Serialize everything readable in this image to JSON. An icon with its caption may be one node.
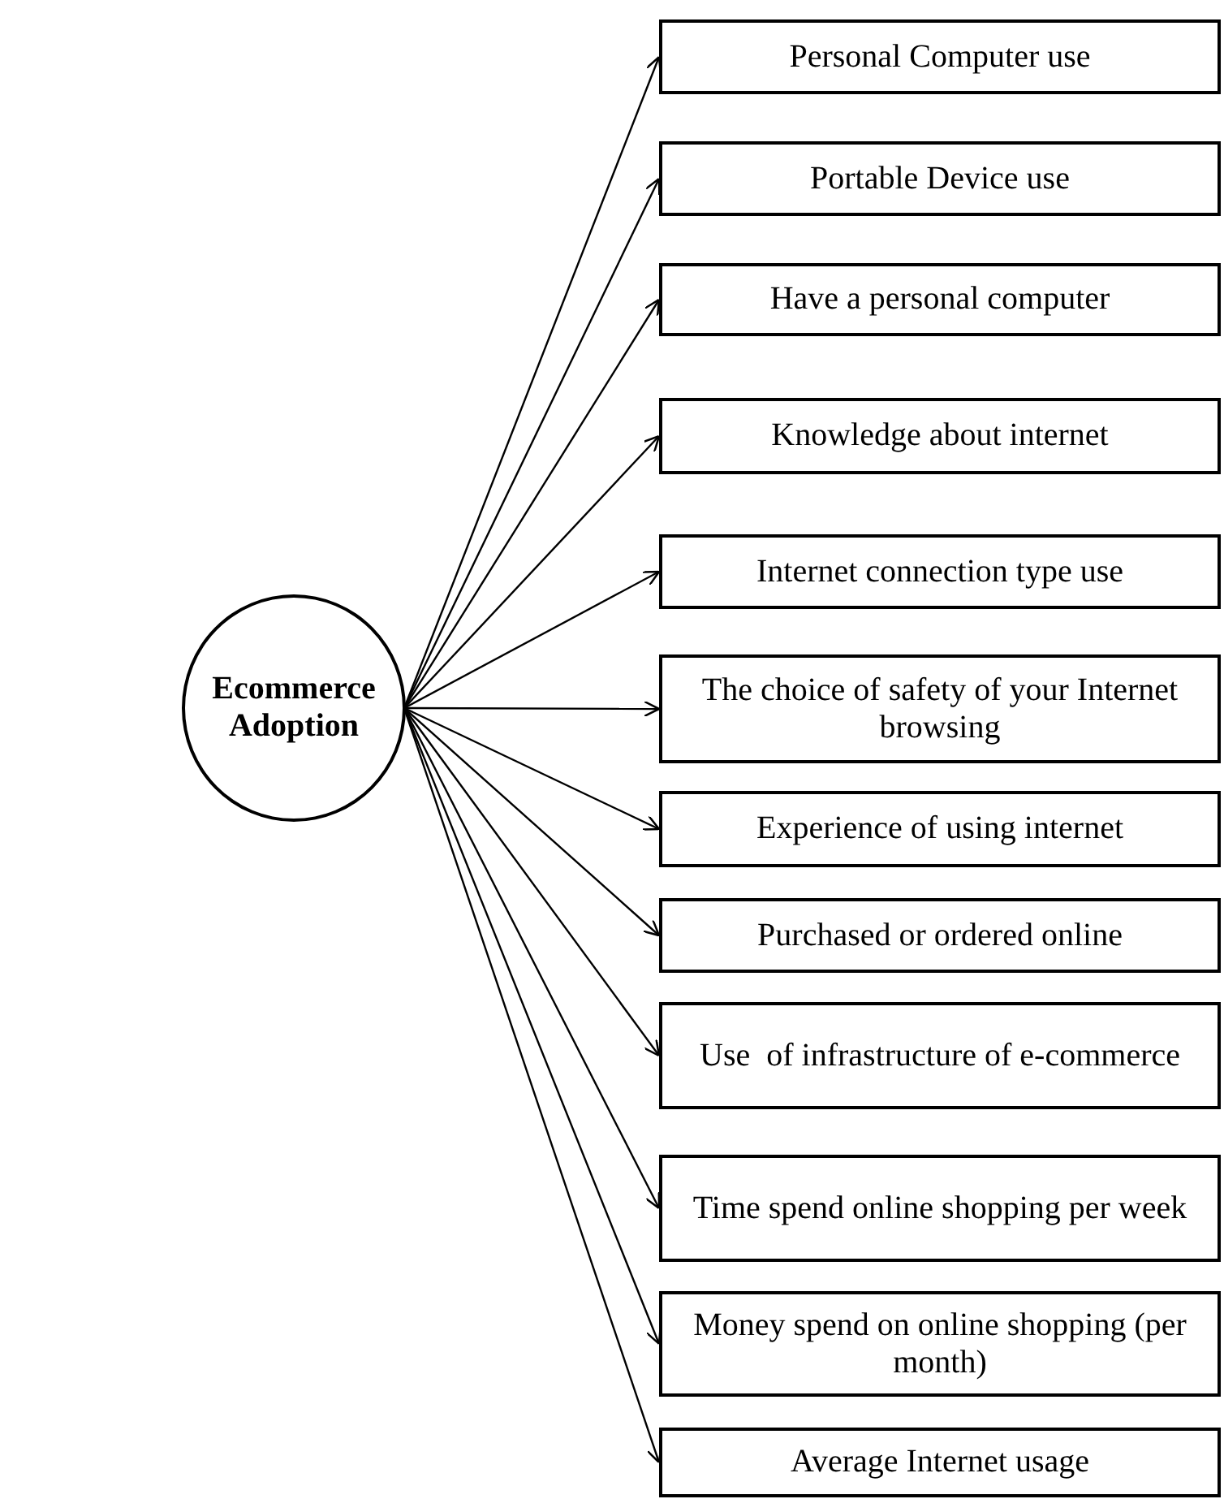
{
  "diagram": {
    "nodes": [
      {
        "text": [
          "Ecommerce Adoption"
        ]
      },
      {
        "text": [
          "Personal Computer use"
        ]
      },
      {
        "text": [
          "Portable Device use"
        ]
      },
      {
        "text": [
          "Have a personal computer"
        ]
      },
      {
        "text": [
          "Knowledge about internet"
        ]
      },
      {
        "text": [
          "Internet connection type use"
        ]
      },
      {
        "text": [
          "The choice of safety of your Internet browsing"
        ]
      },
      {
        "text": [
          "Experience of using internet"
        ]
      },
      {
        "text": [
          "Purchased or ordered online"
        ]
      },
      {
        "text": [
          "Use  of infrastructure of e-commerce"
        ]
      },
      {
        "text": [
          "Time spend online shopping per week"
        ]
      },
      {
        "text": [
          "Money spend on online shopping (per month)"
        ]
      },
      {
        "text": [
          "Average Internet usage"
        ]
      }
    ],
    "edges": [
      {
        "from": 0,
        "to": 1,
        "arrow": "to"
      },
      {
        "from": 0,
        "to": 2,
        "arrow": "to"
      },
      {
        "from": 0,
        "to": 3,
        "arrow": "to"
      },
      {
        "from": 0,
        "to": 4,
        "arrow": "to"
      },
      {
        "from": 0,
        "to": 5,
        "arrow": "to"
      },
      {
        "from": 0,
        "to": 6,
        "arrow": "to"
      },
      {
        "from": 0,
        "to": 7,
        "arrow": "to"
      },
      {
        "from": 0,
        "to": 8,
        "arrow": "to"
      },
      {
        "from": 0,
        "to": 9,
        "arrow": "to"
      },
      {
        "from": 0,
        "to": 10,
        "arrow": "to"
      },
      {
        "from": 0,
        "to": 11,
        "arrow": "to"
      },
      {
        "from": 0,
        "to": 12,
        "arrow": "to"
      }
    ]
  }
}
